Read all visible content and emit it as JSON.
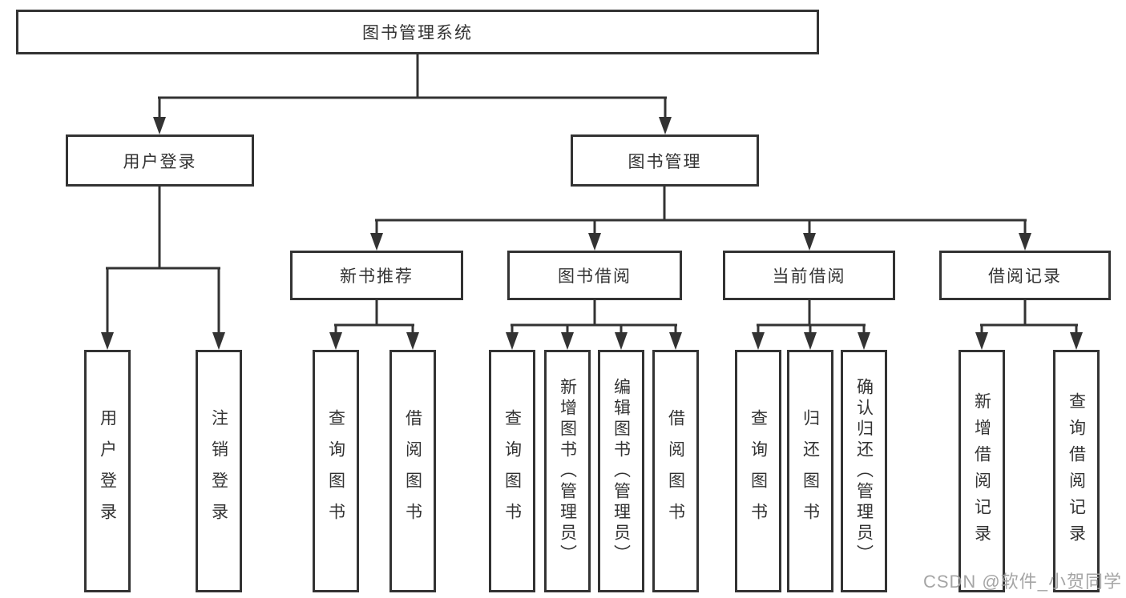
{
  "watermark": "CSDN @软件_小贺同学",
  "colors": {
    "line": "#333333",
    "text": "#333333",
    "background": "#ffffff",
    "watermark": "#a0a0a0"
  },
  "tree": {
    "root": {
      "label": "图书管理系统"
    },
    "branches": [
      {
        "label": "用户登录",
        "leaves": [
          "用户登录",
          "注销登录"
        ]
      },
      {
        "label": "图书管理",
        "groups": [
          {
            "label": "新书推荐",
            "leaves": [
              "查询图书",
              "借阅图书"
            ]
          },
          {
            "label": "图书借阅",
            "leaves": [
              "查询图书",
              "新增图书（管理员）",
              "编辑图书（管理员）",
              "借阅图书"
            ]
          },
          {
            "label": "当前借阅",
            "leaves": [
              "查询图书",
              "归还图书",
              "确认归还（管理员）"
            ]
          },
          {
            "label": "借阅记录",
            "leaves": [
              "新增借阅记录",
              "查询借阅记录"
            ]
          }
        ]
      }
    ]
  }
}
